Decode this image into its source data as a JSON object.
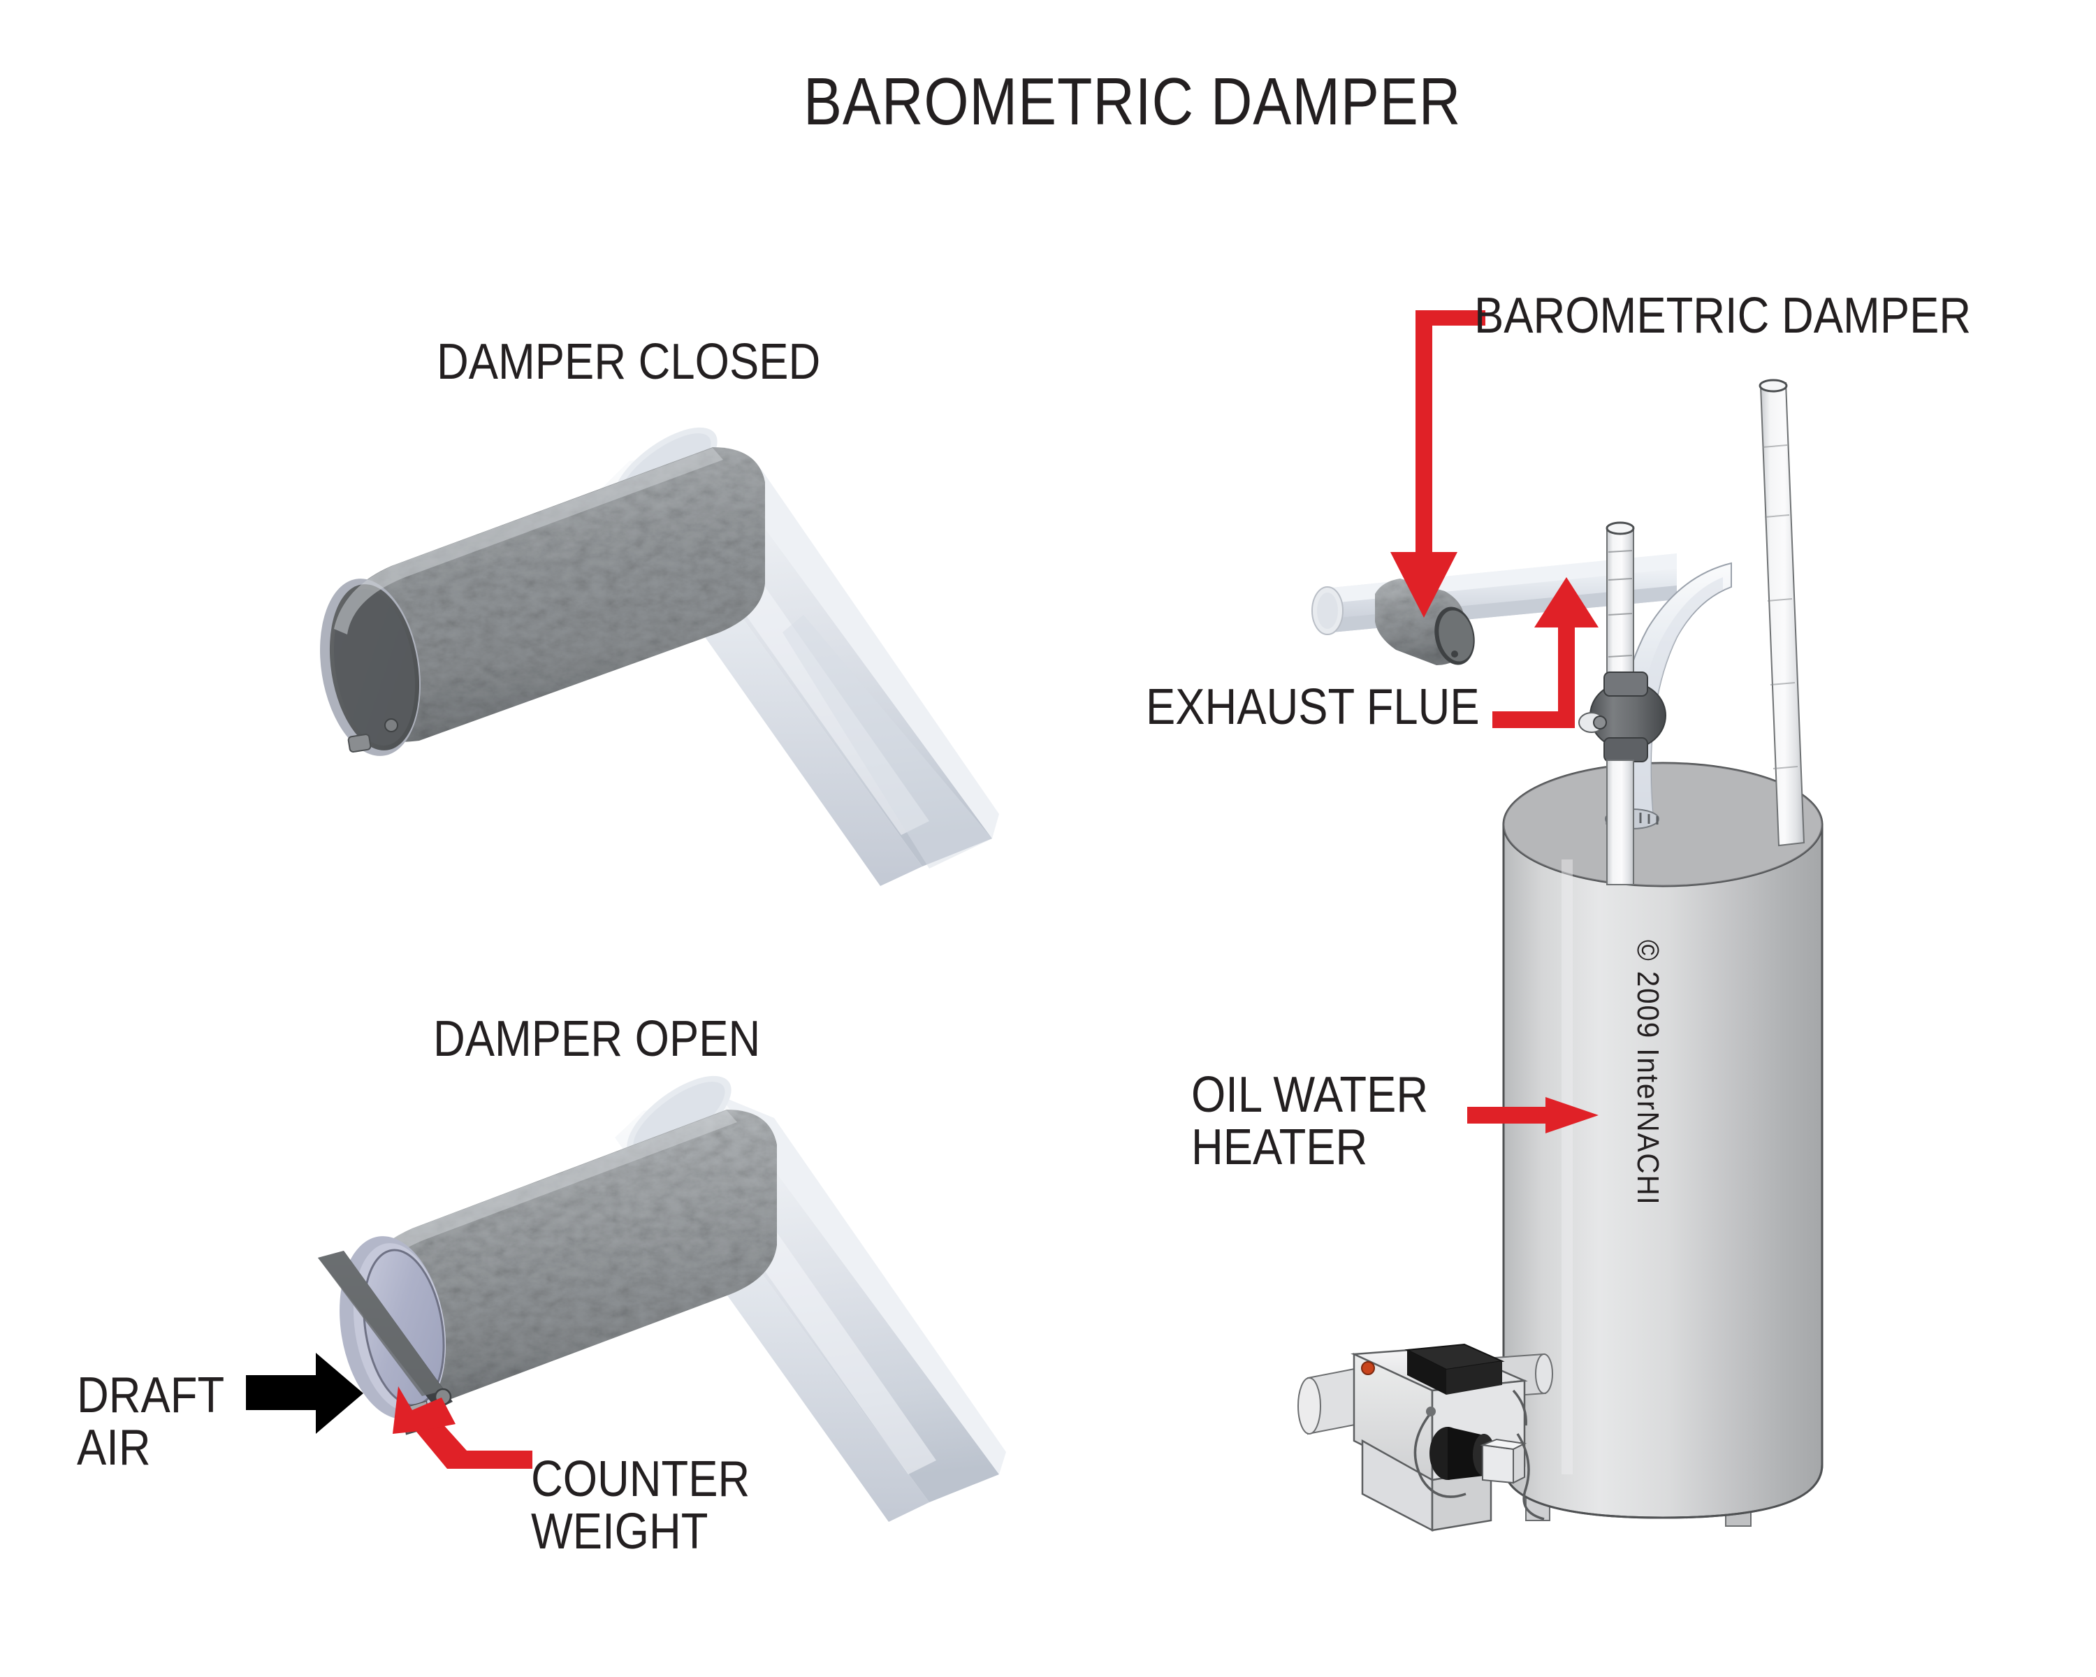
{
  "title": "BAROMETRIC DAMPER",
  "panels": {
    "damper_closed": {
      "label": "DAMPER CLOSED"
    },
    "damper_open": {
      "label": "DAMPER OPEN"
    }
  },
  "labels": {
    "draft_air": "DRAFT\nAIR",
    "counter_weight": "COUNTER\nWEIGHT",
    "barometric_damper": "BAROMETRIC DAMPER",
    "exhaust_flue": "EXHAUST FLUE",
    "oil_water_heater": "OIL WATER\nHEATER"
  },
  "copyright": "© 2009 InterNACHI",
  "colors": {
    "background": "#ffffff",
    "text": "#231f20",
    "callout_red": "#e02127",
    "draft_arrow_black": "#000000",
    "duct_galvanized": "#9a9ea1",
    "duct_galvanized_dark": "#6e7376",
    "flue_pipe_light": "#d4d8de",
    "flue_pipe_shadow": "#b3bac4",
    "tank_body": "#c9cacb",
    "tank_top": "#b7b8b9",
    "white_pipe": "#f2f3f4",
    "valve_gray": "#6a6d70",
    "burner_body": "#e8e9ea",
    "burner_black": "#1b1b1b",
    "indicator_red": "#c9441c",
    "endcap_dark": "#55585b",
    "bore_lavender": "#b6b9cf"
  }
}
